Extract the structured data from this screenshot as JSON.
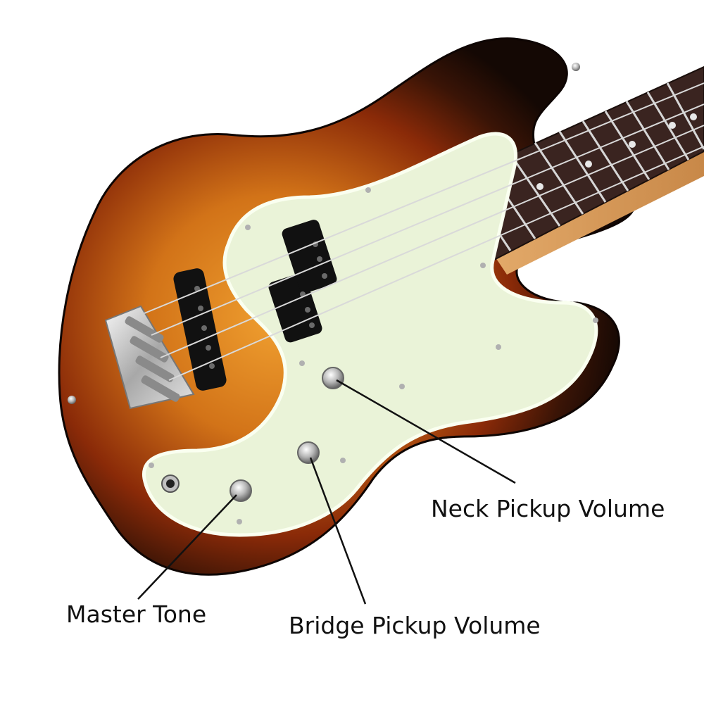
{
  "callouts": {
    "neck_pickup_volume": "Neck Pickup Volume",
    "master_tone": "Master Tone",
    "bridge_pickup_volume": "Bridge Pickup Volume"
  },
  "colors": {
    "background": "#ffffff",
    "sunburst_outer": "#1a0c06",
    "sunburst_mid": "#8a2a08",
    "sunburst_inner": "#e08a20",
    "pickguard": "#eaf3d8",
    "fretboard": "#3a2420",
    "pickup": "#111111",
    "chrome": "#c9c9c9",
    "callout_line": "#111111"
  }
}
